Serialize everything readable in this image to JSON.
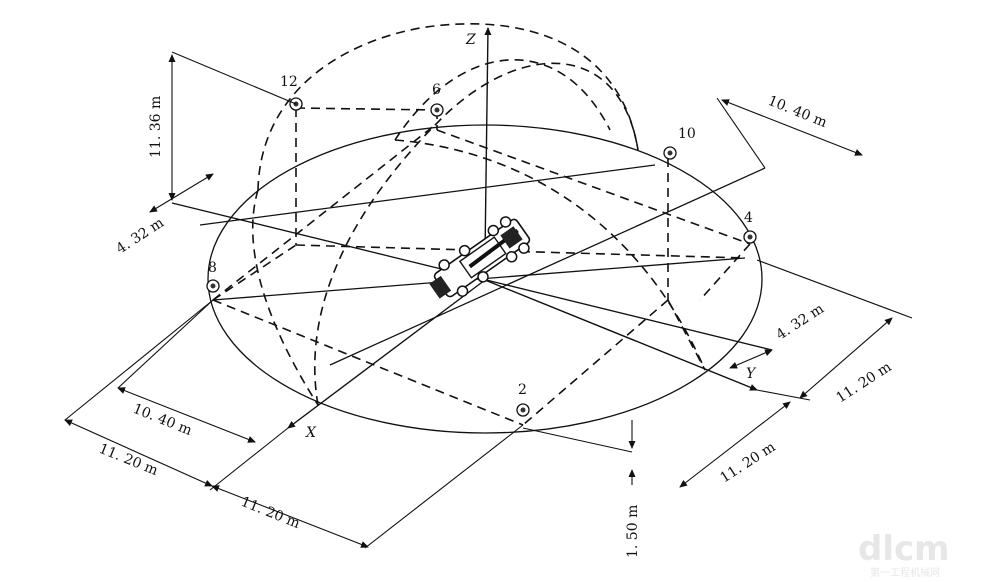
{
  "axes": {
    "x": "X",
    "y": "Y",
    "z": "Z"
  },
  "microphones": [
    "12",
    "6",
    "10",
    "4",
    "8",
    "2"
  ],
  "dimensions": {
    "height_top": "11. 36 m",
    "right_top": "10. 40 m",
    "left_small": "4. 32 m",
    "right_small": "4. 32 m",
    "right_mid": "11. 20 m",
    "right_lower": "11. 20 m",
    "left_mid": "10. 40 m",
    "left_lower": "11. 20 m",
    "bottom": "11. 20 m",
    "mic_height": "1. 50 m"
  },
  "watermark": {
    "logo": "dlcm",
    "text": "第一工程机械网"
  }
}
